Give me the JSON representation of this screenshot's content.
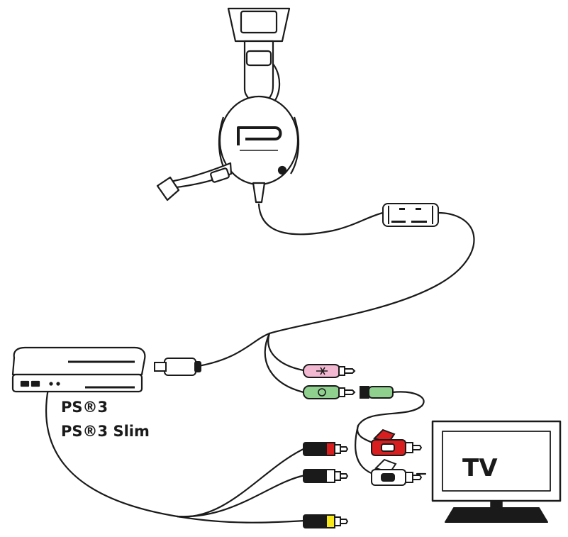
{
  "labels": {
    "console_line1": "PS®3",
    "console_line2": "PS®3 Slim",
    "tv": "TV"
  },
  "colors": {
    "pink_plug": "#f2b8d2",
    "green_plug": "#8fd08f",
    "red_plug": "#d81e1e",
    "yellow_plug": "#f7e81c",
    "outline": "#1a1a1a"
  },
  "icons": {
    "headset": "headset-icon",
    "console": "console-icon",
    "tv": "tv-icon"
  }
}
